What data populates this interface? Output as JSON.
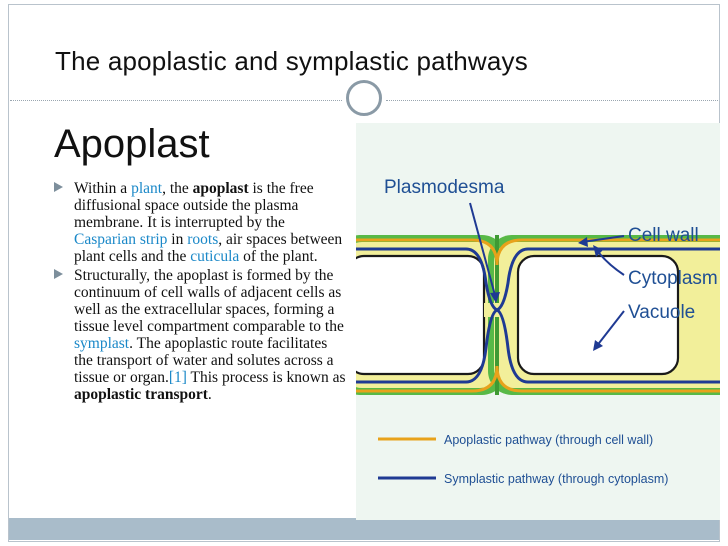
{
  "slide": {
    "title": "The apoplastic and symplastic pathways",
    "heading": "Apoplast"
  },
  "bullets": [
    {
      "parts": [
        {
          "text": "Within a "
        },
        {
          "text": "plant",
          "link": true
        },
        {
          "text": ", the "
        },
        {
          "text": "apoplast",
          "bold": true
        },
        {
          "text": " is the free diffusional space outside the plasma membrane. It is interrupted by the "
        },
        {
          "text": "Casparian strip",
          "link": true
        },
        {
          "text": " in "
        },
        {
          "text": "roots",
          "link": true
        },
        {
          "text": ", air spaces between plant cells and the "
        },
        {
          "text": "cuticula",
          "link": true
        },
        {
          "text": " of the plant."
        }
      ]
    },
    {
      "parts": [
        {
          "text": "Structurally, the apoplast is formed by the continuum of cell walls of adjacent cells as well as the extracellular spaces, forming a tissue level compartment comparable to the "
        },
        {
          "text": "symplast",
          "link": true
        },
        {
          "text": ". The apoplastic route facilitates the transport of water and solutes across a tissue or organ."
        },
        {
          "text": "[1]",
          "link": true
        },
        {
          "text": " This process is known as "
        },
        {
          "text": "apoplastic transport",
          "bold": true
        },
        {
          "text": "."
        }
      ]
    }
  ],
  "diagram": {
    "labels": {
      "plasmodesma": "Plasmodesma",
      "cell_wall": "Cell wall",
      "cytoplasm": "Cytoplasm",
      "vacuole": "Vacuole"
    },
    "legend": {
      "apoplastic": "Apoplastic pathway (through cell wall)",
      "symplastic": "Symplastic pathway (through cytoplasm)"
    },
    "colors": {
      "background": "#eef6f1",
      "cell_wall": "#58b947",
      "cytoplasm": "#f2ef9a",
      "vacuole": "#ffffff",
      "apoplastic_line": "#e8a21b",
      "symplastic_line": "#1f3a93",
      "label_text": "#1f4f94",
      "arrow": "#1f3a93",
      "link": "#1a88c8",
      "footer_bar": "#a9bcca"
    }
  }
}
